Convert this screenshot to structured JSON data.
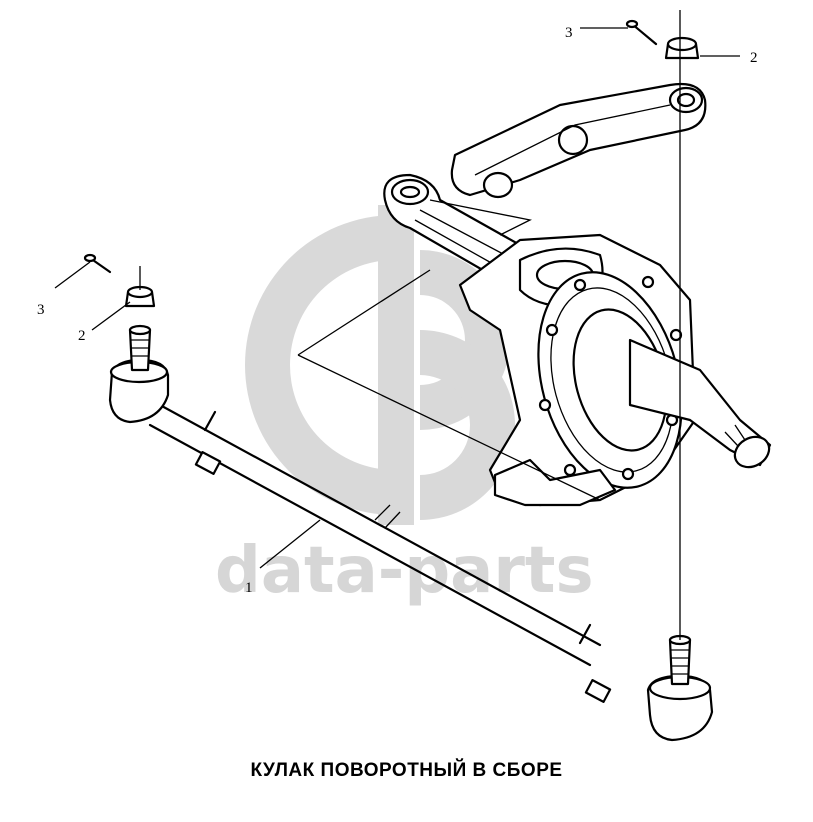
{
  "caption": "КУЛАК ПОВОРОТНЫЙ В СБОРЕ",
  "watermark": {
    "text": "data-parts",
    "logo": "db-logo-icon"
  },
  "callouts": {
    "tie_rod": "1",
    "nut_left": "2",
    "cotter_left": "3",
    "nut_right": "2",
    "cotter_right": "3"
  }
}
